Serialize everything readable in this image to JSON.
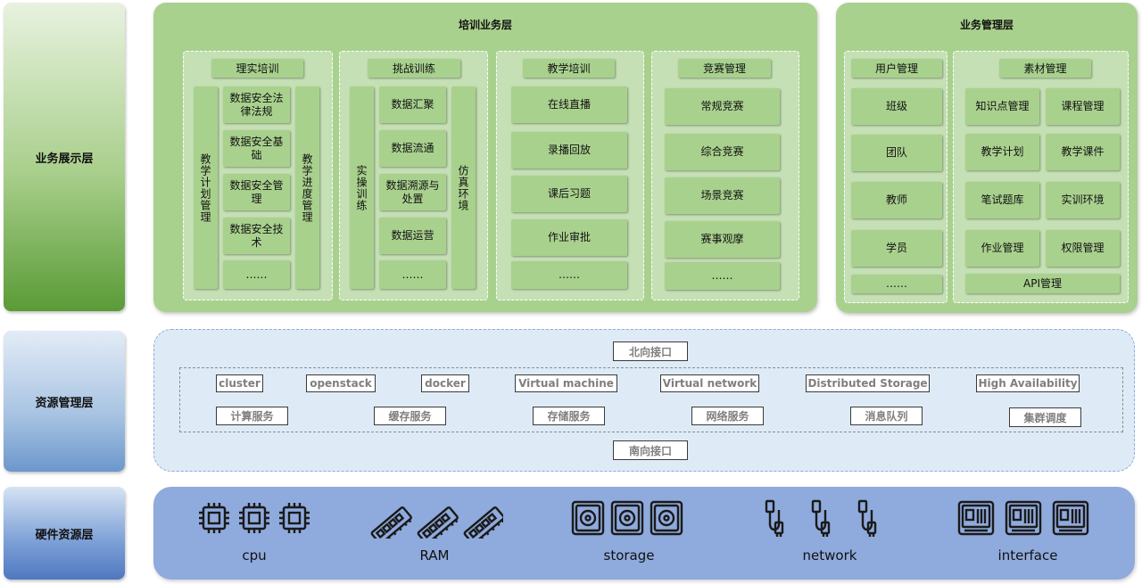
{
  "layers": {
    "display": "业务展示层",
    "resource": "资源管理层",
    "hardware": "硬件资源层"
  },
  "training_layer": {
    "title": "培训业务层",
    "theory": {
      "title": "理实培训",
      "left": "教学计划管理",
      "right": "教学进度管理",
      "items": [
        "数据安全法律法规",
        "数据安全基础",
        "数据安全管理",
        "数据安全技术",
        "……"
      ]
    },
    "challenge": {
      "title": "挑战训练",
      "left": "实操训练",
      "right": "仿真环境",
      "items": [
        "数据汇聚",
        "数据流通",
        "数据溯源与处置",
        "数据运营",
        "……"
      ]
    },
    "teaching": {
      "title": "教学培训",
      "items": [
        "在线直播",
        "录播回放",
        "课后习题",
        "作业审批",
        "……"
      ]
    },
    "competition": {
      "title": "竞赛管理",
      "items": [
        "常规竞赛",
        "综合竞赛",
        "场景竞赛",
        "赛事观摩",
        "……"
      ]
    }
  },
  "business_layer": {
    "title": "业务管理层",
    "users": {
      "title": "用户管理",
      "items": [
        "班级",
        "团队",
        "教师",
        "学员",
        "……"
      ]
    },
    "materials": {
      "title": "素材管理",
      "items": [
        "知识点管理",
        "课程管理",
        "教学计划",
        "教学课件",
        "笔试题库",
        "实训环境",
        "作业管理",
        "权限管理"
      ],
      "api": "API管理"
    }
  },
  "resource_layer": {
    "north": "北向接口",
    "south": "南向接口",
    "tech": [
      "cluster",
      "openstack",
      "docker",
      "Virtual machine",
      "Virtual network",
      "Distributed Storage",
      "High Availability"
    ],
    "services": [
      "计算服务",
      "缓存服务",
      "存储服务",
      "网络服务",
      "消息队列",
      "集群调度"
    ]
  },
  "hardware_layer": {
    "items": [
      {
        "label": "cpu",
        "icon": "cpu-chip-icon"
      },
      {
        "label": "RAM",
        "icon": "ram-stick-icon"
      },
      {
        "label": "storage",
        "icon": "hard-disk-icon"
      },
      {
        "label": "network",
        "icon": "network-cable-icon"
      },
      {
        "label": "interface",
        "icon": "interface-port-icon"
      }
    ]
  },
  "colors": {
    "green_panel": "#a9d18e",
    "green_group": "#c5e0b4",
    "resource_bg": "#deebf7",
    "hardware_bg": "#8faadc"
  }
}
